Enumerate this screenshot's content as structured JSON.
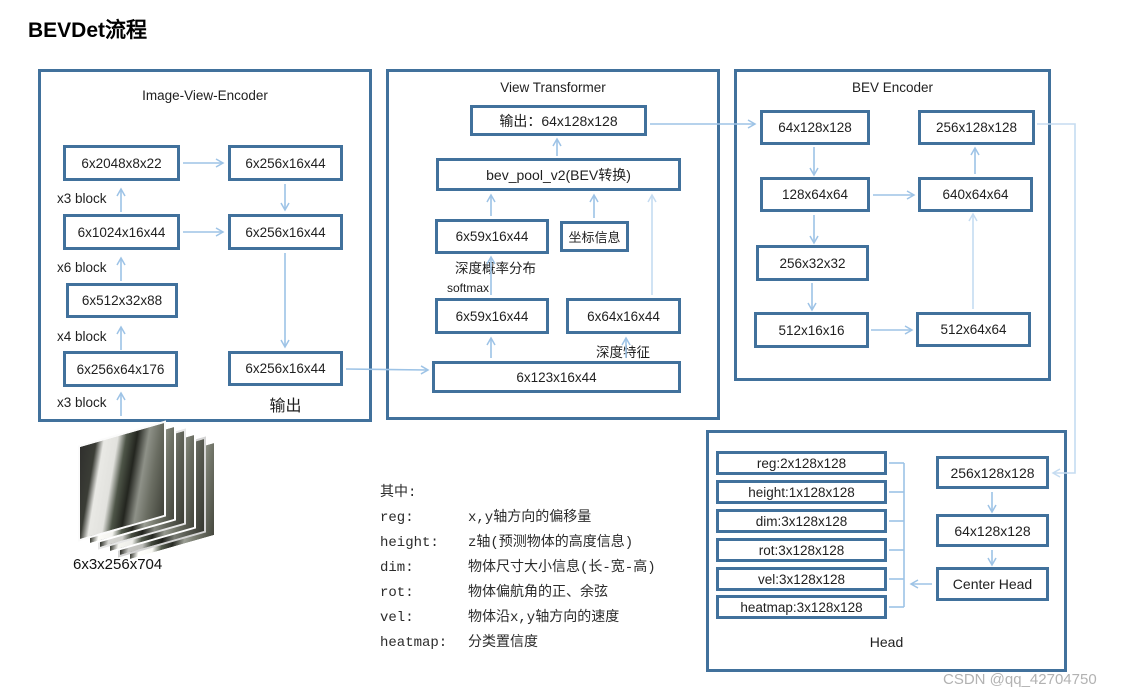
{
  "title": "BEVDet流程",
  "theme": {
    "border": "#41719C",
    "arrow": "#9DC3E6",
    "arrow_light": "#C5DCF1",
    "text": "#1a1a1a",
    "watermark": "#b2b2b2"
  },
  "image_view_encoder": {
    "title": "Image-View-Encoder",
    "left_boxes": [
      "6x2048x8x22",
      "6x1024x16x44",
      "6x512x32x88",
      "6x256x64x176"
    ],
    "block_labels": [
      "x3 block",
      "x6 block",
      "x4 block",
      "x3 block"
    ],
    "right_boxes": [
      "6x256x16x44",
      "6x256x16x44",
      "6x256x16x44"
    ],
    "output_label": "输出"
  },
  "view_transformer": {
    "title": "View Transformer",
    "output_box": "输出：64x128x128",
    "pool_box": "bev_pool_v2(BEV转换)",
    "depth_prob_box": "6x59x16x44",
    "coord_box": "坐标信息",
    "depth_prob_label": "深度概率分布",
    "softmax_label": "softmax",
    "depth_logits_box": "6x59x16x44",
    "depth_feat_box": "6x64x16x44",
    "depth_feat_label": "深度特征",
    "input_box": "6x123x16x44"
  },
  "bev_encoder": {
    "title": "BEV Encoder",
    "boxes": [
      "64x128x128",
      "256x128x128",
      "128x64x64",
      "640x64x64",
      "256x32x32",
      "512x16x16",
      "512x64x64"
    ]
  },
  "head": {
    "title": "Head",
    "output_boxes": [
      "reg:2x128x128",
      "height:1x128x128",
      "dim:3x128x128",
      "rot:3x128x128",
      "vel:3x128x128",
      "heatmap:3x128x128"
    ],
    "pipeline_boxes": [
      "256x128x128",
      "64x128x128",
      "Center Head"
    ]
  },
  "input_image_label": "6x3x256x704",
  "legend": {
    "heading": "其中:",
    "entries": [
      {
        "term": "reg:",
        "desc": "x,y轴方向的偏移量"
      },
      {
        "term": "height:",
        "desc": "z轴(预测物体的高度信息)"
      },
      {
        "term": "dim:",
        "desc": "物体尺寸大小信息(长-宽-高)"
      },
      {
        "term": "rot:",
        "desc": "物体偏航角的正、余弦"
      },
      {
        "term": "vel:",
        "desc": "物体沿x,y轴方向的速度"
      },
      {
        "term": "heatmap:",
        "desc": "分类置信度"
      }
    ]
  },
  "watermark": "CSDN @qq_42704750"
}
